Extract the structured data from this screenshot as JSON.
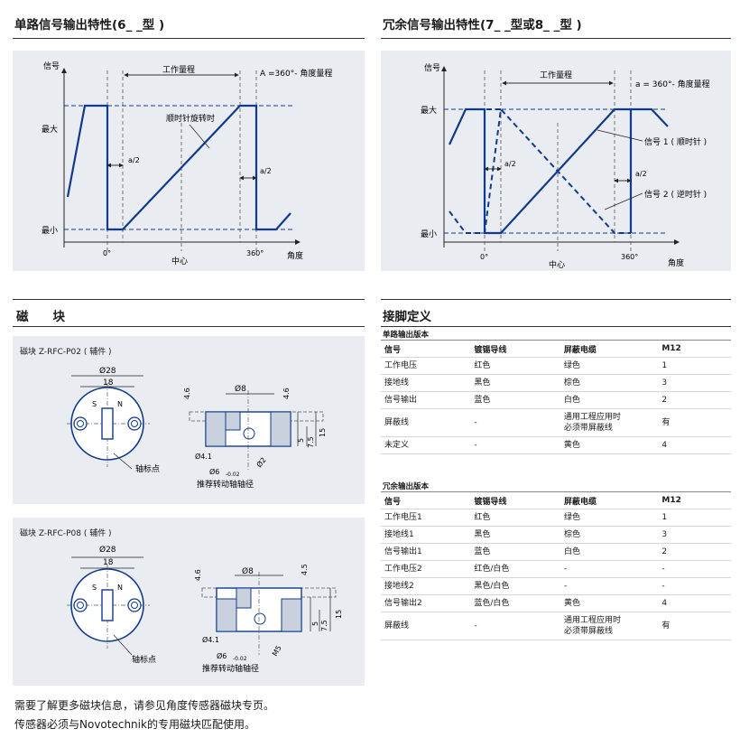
{
  "sections": {
    "single_title": "单路信号输出特性(6_ _型 )",
    "redundant_title": "冗余信号输出特性(7_ _型或8_ _型 )",
    "magnet_title": "磁　　块",
    "pin_title": "接脚定义"
  },
  "chart_single": {
    "y_label": "信号",
    "y_max": "最大",
    "y_min": "最小",
    "range_label": "工作量程",
    "formula": "A =360°- 角度量程",
    "curve_label": "顺时针旋转时",
    "half_left": "a/2",
    "half_right": "a/2",
    "x_zero": "0°",
    "x_center": "中心",
    "x_360": "360°",
    "x_label": "角度"
  },
  "chart_redundant": {
    "y_label": "信号",
    "y_max": "最大",
    "y_min": "最小",
    "range_label": "工作量程",
    "formula": "a = 360°- 角度量程",
    "signal1": "信号 1 ( 顺时针 )",
    "signal2": "信号 2 ( 逆时针 )",
    "half_left": "a/2",
    "half_right": "a/2",
    "x_zero": "0°",
    "x_center": "中心",
    "x_360": "360°",
    "x_label": "角度"
  },
  "magnet1": {
    "title": "磁块 Z-RFC-P02 ( 辅件 )",
    "d28": "Ø28",
    "d18": "18",
    "s": "S",
    "n": "N",
    "axis_mark": "轴标点",
    "d8": "Ø8",
    "h46a": "4.6",
    "h46b": "4.6",
    "d41": "Ø4.1",
    "d6": "Ø6",
    "d6tol": "-0.02",
    "m": "Ø2",
    "h5": "5",
    "h75": "7.5",
    "h15": "15",
    "recommend": "推荐转动轴轴径"
  },
  "magnet2": {
    "title": "磁块 Z-RFC-P08 ( 辅件 )",
    "d28": "Ø28",
    "d18": "18",
    "s": "S",
    "n": "N",
    "axis_mark": "轴标点",
    "d8": "Ø8",
    "h46": "4.6",
    "h45": "4.5",
    "d41": "Ø4.1",
    "d6": "Ø6",
    "d6tol": "-0.02",
    "m": "M5",
    "h5": "5",
    "h75": "7.5",
    "h15": "15",
    "recommend": "推荐转动轴轴径"
  },
  "pins_single": {
    "caption": "单路输出版本",
    "headers": [
      "信号",
      "镀锡导线",
      "屏蔽电缆",
      "M12"
    ],
    "rows": [
      [
        "工作电压",
        "红色",
        "绿色",
        "1"
      ],
      [
        "接地线",
        "黑色",
        "棕色",
        "3"
      ],
      [
        "信号输出",
        "蓝色",
        "白色",
        "2"
      ],
      [
        "屏蔽线",
        "-",
        "通用工程应用时\n必须带屏蔽线",
        "有"
      ],
      [
        "未定义",
        "-",
        "黄色",
        "4"
      ]
    ]
  },
  "pins_redundant": {
    "caption": "冗余输出版本",
    "headers": [
      "信号",
      "镀锡导线",
      "屏蔽电缆",
      "M12"
    ],
    "rows": [
      [
        "工作电压1",
        "红色",
        "绿色",
        "1"
      ],
      [
        "接地线1",
        "黑色",
        "棕色",
        "3"
      ],
      [
        "信号输出1",
        "蓝色",
        "白色",
        "2"
      ],
      [
        "工作电压2",
        "红色/白色",
        "-",
        "-"
      ],
      [
        "接地线2",
        "黑色/白色",
        "-",
        "-"
      ],
      [
        "信号输出2",
        "蓝色/白色",
        "黄色",
        "4"
      ],
      [
        "屏蔽线",
        "-",
        "通用工程应用时\n必须带屏蔽线",
        "有"
      ]
    ]
  },
  "footer": {
    "line1": "需要了解更多磁块信息，请参见角度传感器磁块专页。",
    "line2": "传感器必须与Novotechnik的专用磁块匹配使用。"
  }
}
